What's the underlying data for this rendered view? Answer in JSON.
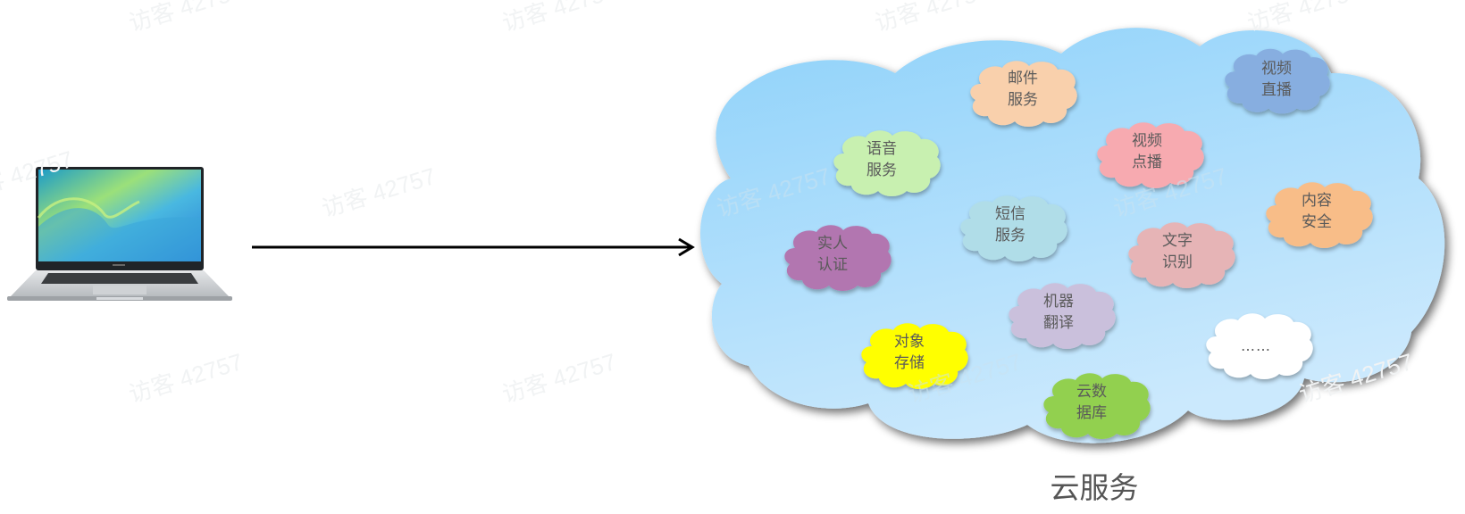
{
  "diagram": {
    "client": {
      "icon": "laptop-icon",
      "label": ""
    },
    "connector": {
      "type": "arrow",
      "direction": "right",
      "color": "#000000"
    },
    "cloud": {
      "title": "云服务",
      "fill_top": "#8fd2fa",
      "fill_bottom": "#c6e7fc",
      "services": [
        {
          "id": "mail",
          "line1": "邮件",
          "line2": "服务",
          "color": "#f9d0ac"
        },
        {
          "id": "live-video",
          "line1": "视频",
          "line2": "直播",
          "color": "#87aee0"
        },
        {
          "id": "voice",
          "line1": "语音",
          "line2": "服务",
          "color": "#c8f0b0"
        },
        {
          "id": "vod",
          "line1": "视频",
          "line2": "点播",
          "color": "#f7aab0"
        },
        {
          "id": "content-sec",
          "line1": "内容",
          "line2": "安全",
          "color": "#f8bd88"
        },
        {
          "id": "sms",
          "line1": "短信",
          "line2": "服务",
          "color": "#b0dde8"
        },
        {
          "id": "real-name",
          "line1": "实人",
          "line2": "认证",
          "color": "#b276b0"
        },
        {
          "id": "ocr",
          "line1": "文字",
          "line2": "识别",
          "color": "#e6b4b6"
        },
        {
          "id": "mt",
          "line1": "机器",
          "line2": "翻译",
          "color": "#cac0dc"
        },
        {
          "id": "oss",
          "line1": "对象",
          "line2": "存储",
          "color": "#ffff00"
        },
        {
          "id": "more",
          "line1": "……",
          "line2": "",
          "color": "#ffffff"
        },
        {
          "id": "cloud-db",
          "line1": "云数",
          "line2": "据库",
          "color": "#92d050"
        }
      ]
    }
  },
  "watermark": {
    "text": "访客 42757"
  }
}
